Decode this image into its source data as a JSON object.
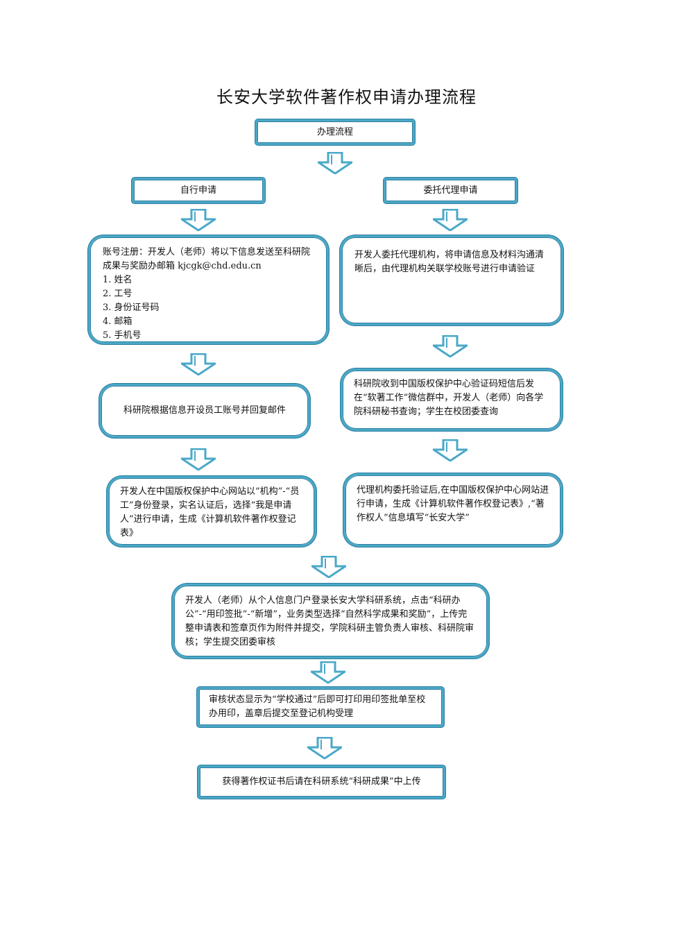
{
  "title": "长安大学软件著作权申请办理流程",
  "nodes": {
    "process": "办理流程",
    "self_apply": "自行申请",
    "agent_apply": "委托代理申请",
    "register": {
      "intro": "账号注册：开发人（老师）将以下信息发送至科研院成果与奖励办邮箱 kjcgk@chd.edu.cn",
      "items": [
        "1. 姓名",
        "2. 工号",
        "3. 身份证号码",
        "4. 邮箱",
        "5. 手机号"
      ]
    },
    "agent_verify": "开发人委托代理机构，将申请信息及材料沟通清晰后，由代理机构关联学校账号进行申请验证",
    "open_account": "科研院根据信息开设员工账号并回复邮件",
    "sms_code": "科研院收到中国版权保护中心验证码短信后发在“软著工作”微信群中，开发人（老师）向各学院科研秘书查询；学生在校团委查询",
    "self_online": "开发人在中国版权保护中心网站以“机构”-“员工”身份登录，实名认证后，选择“我是申请人”进行申请，生成《计算机软件著作权登记表》",
    "agent_online": "代理机构委托验证后,在中国版权保护中心网站进行申请，生成《计算机软件著作权登记表》,“著作权人”信息填写“长安大学”",
    "seal_apply": "开发人（老师）从个人信息门户登录长安大学科研系统，点击“科研办公”-“用印签批”-“新增”，业务类型选择“自然科学成果和奖励”，上传完整申请表和签章页作为附件并提交，学院科研主管负责人审核、科研院审核；学生提交团委审核",
    "print_seal": "审核状态显示为“学校通过”后即可打印用印签批单至校办用印，盖章后提交至登记机构受理",
    "upload_cert": "获得著作权证书后请在科研系统“科研成果”中上传"
  },
  "colors": {
    "border": "#4aa8c8",
    "arrow": "#4aa8c8"
  }
}
